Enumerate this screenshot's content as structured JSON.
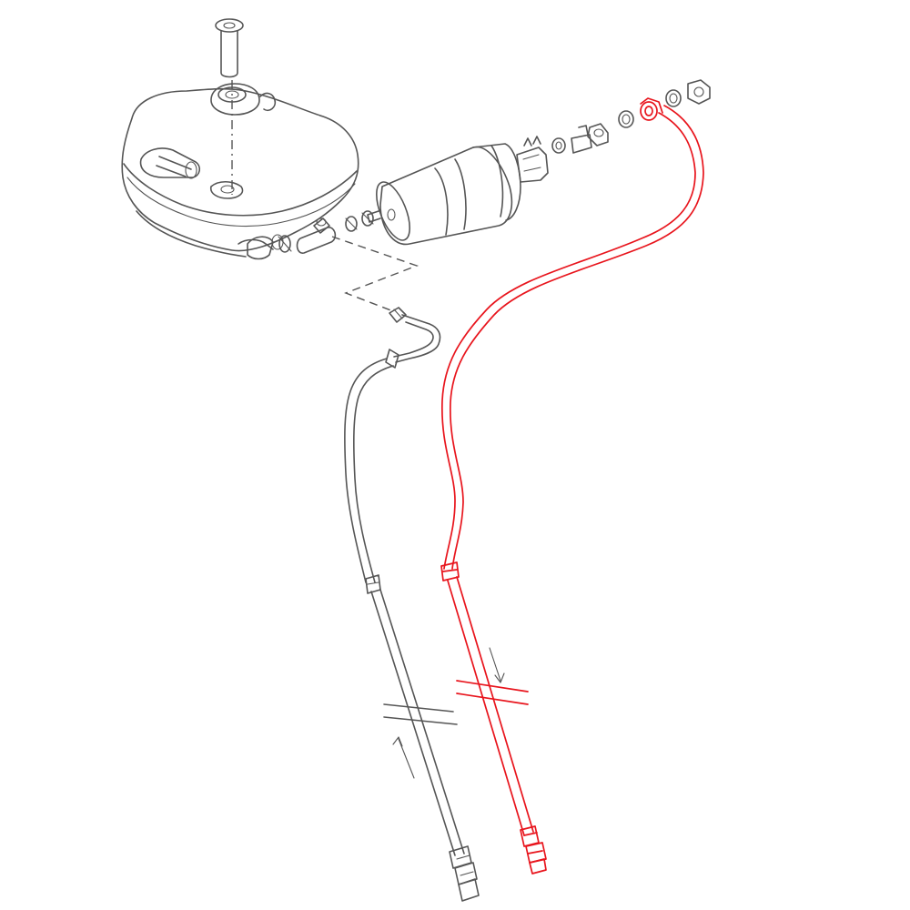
{
  "diagram": {
    "highlight_color": "#e8141c",
    "line_color": "#555555",
    "background": "#ffffff",
    "components": [
      "fuel-tank",
      "tank-mounting-bolt",
      "fuel-pump",
      "banjo-bolt",
      "sealing-washers",
      "union-nut",
      "fuel-feed-line",
      "fuel-return-line",
      "hose-clamps"
    ],
    "flow_arrows": [
      "up",
      "down"
    ]
  }
}
